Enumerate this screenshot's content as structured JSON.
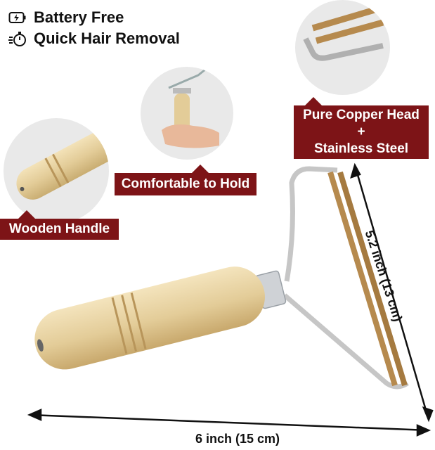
{
  "features": [
    {
      "icon": "battery-bolt-icon",
      "text": "Battery Free"
    },
    {
      "icon": "stopwatch-icon",
      "text": "Quick Hair Removal"
    }
  ],
  "callouts": {
    "wooden_handle": "Wooden Handle",
    "comfortable_hold": "Comfortable to Hold",
    "copper_head_line1": "Pure Copper Head",
    "copper_head_line2": "+",
    "copper_head_line3": "Stainless Steel"
  },
  "dimensions": {
    "height": "5.2 inch (13 cm)",
    "width": "6 inch (15 cm)"
  },
  "colors": {
    "label_bg": "#7d1417",
    "wood": "#e3cc98",
    "copper": "#b68a4e",
    "steel": "#c8c8c8"
  }
}
